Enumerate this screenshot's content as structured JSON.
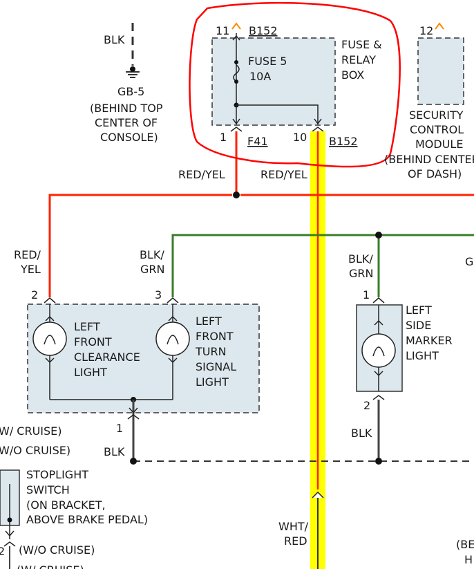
{
  "ground": {
    "wire_color": "BLK",
    "ground_id": "GB-5",
    "location_lines": [
      "(BEHIND TOP",
      "CENTER OF",
      "CONSOLE)"
    ]
  },
  "fuse_box": {
    "pin_in": "11",
    "connector_top": "B152",
    "title_lines": [
      "FUSE &",
      "RELAY",
      "BOX"
    ],
    "fuse_name": "FUSE 5",
    "fuse_rating": "10A",
    "pin_out_1": "1",
    "connector_f41": "F41",
    "pin_out_10": "10",
    "connector_bottom": "B152"
  },
  "security_module": {
    "pin": "12",
    "lines": [
      "SECURITY",
      "CONTROL",
      "MODULE",
      "(BEHIND CENTER",
      "OF DASH)"
    ]
  },
  "wires": {
    "red_yel_left": "RED/YEL",
    "red_yel_right": "RED/YEL",
    "red_yel_drop": [
      "RED/",
      "YEL"
    ],
    "blk_grn_mid": [
      "BLK/",
      "GRN"
    ],
    "blk_grn_right": [
      "BLK/",
      "GRN"
    ],
    "g_partial": "G",
    "blk_bottom_left": "BLK",
    "blk_bottom_right": "BLK",
    "wht_red": [
      "WHT/",
      "RED"
    ]
  },
  "front_lights": {
    "pin_clearance": "2",
    "pin_turn": "3",
    "clearance_label": [
      "LEFT",
      "FRONT",
      "CLEARANCE",
      "LIGHT"
    ],
    "turn_label": [
      "LEFT",
      "FRONT",
      "TURN",
      "SIGNAL",
      "LIGHT"
    ],
    "pin_ground": "1"
  },
  "side_marker": {
    "pin_top": "1",
    "pin_bottom": "2",
    "label": [
      "LEFT",
      "SIDE",
      "MARKER",
      "LIGHT"
    ]
  },
  "cruise_notes": {
    "with": "W/ CRUISE)",
    "without": "W/O CRUISE)",
    "without_bottom": "(W/O CRUISE)",
    "with_bottom": "(W/ CRUISE)"
  },
  "stoplight": {
    "label": [
      "STOPLIGHT",
      "SWITCH",
      "(ON BRACKET,",
      "ABOVE BRAKE PEDAL)"
    ],
    "pin": "2"
  },
  "edge_partial": {
    "be": "(BE",
    "h": "H"
  },
  "colors": {
    "red_yel_wire": "#ff2200",
    "yellow_wire": "#ffff00",
    "green_wire": "#3a7d2a",
    "component_fill": "#dde8ee",
    "highlight_circle": "#ff0000",
    "connector_orange": "#ff8800"
  }
}
